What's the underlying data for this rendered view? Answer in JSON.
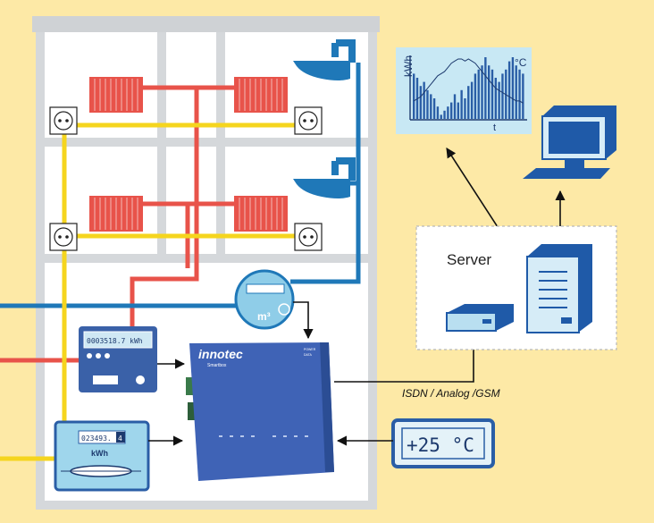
{
  "colors": {
    "background": "#fde9a6",
    "heating_pipe": "#e8534a",
    "water_pipe": "#1f78b8",
    "power_line": "#f5d51e",
    "building_wall": "#e4e6e8",
    "device_blue": "#2f5fa8"
  },
  "labels": {
    "server": "Server",
    "connection": "ISDN / Analog /GSM"
  },
  "water_meter": {
    "unit": "m³"
  },
  "heat_meter": {
    "display": "0003518.7 kWh"
  },
  "electricity_meter": {
    "display": "023493.",
    "display_decimal": "4",
    "unit": "kWh"
  },
  "thermostat": {
    "display": "+25 °C"
  },
  "smartbox": {
    "brand": "innotec",
    "model": "Smartbox",
    "status_1": "POWER",
    "status_2": "DATA"
  },
  "chart_data": {
    "type": "bar",
    "title": "",
    "ylabel": "kWh",
    "ylabel_right": "°C",
    "xlabel": "t",
    "legend": false,
    "grid": false,
    "values": [
      11,
      10,
      8,
      9,
      7,
      6,
      5,
      3,
      1,
      2,
      3,
      4,
      6,
      4,
      7,
      5,
      8,
      9,
      11,
      12,
      13,
      15,
      13,
      12,
      10,
      9,
      11,
      12,
      14,
      15,
      13,
      12,
      11
    ],
    "line": [
      3,
      3.5,
      4,
      5,
      6,
      7,
      8,
      9,
      9.5,
      10,
      11,
      12,
      12.5,
      13,
      13,
      12.5,
      13,
      12.5,
      12,
      11,
      10,
      9,
      8,
      7,
      6,
      5.5,
      5,
      4.5,
      4,
      3.5,
      3,
      3,
      2.5
    ]
  }
}
